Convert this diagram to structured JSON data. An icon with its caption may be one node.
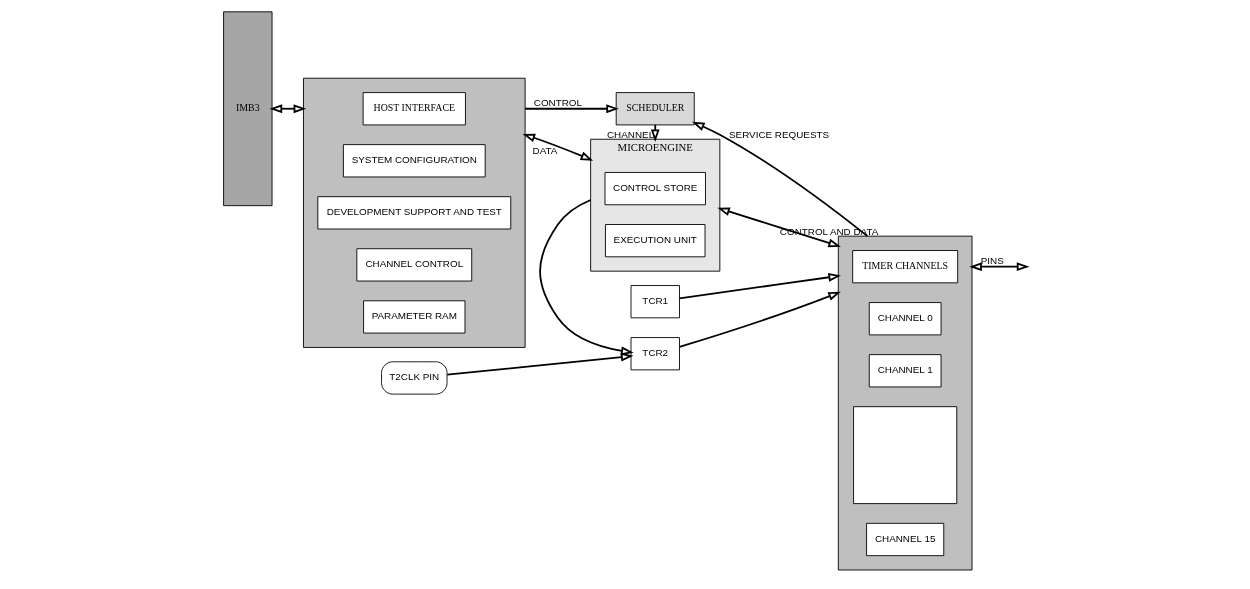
{
  "diagram": {
    "nodes": [
      {
        "text": [
          "IMB3"
        ]
      },
      {
        "text": [],
        "shape": "box"
      },
      {
        "text": [
          "HOST INTERFACE"
        ],
        "in": 1
      },
      {
        "text": [
          "SYSTEM CONFIGURATION"
        ],
        "in": 1
      },
      {
        "text": [
          "DEVELOPMENT SUPPORT AND TEST"
        ],
        "in": 1
      },
      {
        "text": [
          "CHANNEL CONTROL"
        ],
        "in": 1
      },
      {
        "text": [
          "PARAMETER RAM"
        ],
        "in": 1
      },
      {
        "text": [
          "SCHEDULER"
        ]
      },
      {
        "text": [
          "MICROENGINE"
        ]
      },
      {
        "text": [
          "CONTROL STORE"
        ],
        "in": 8
      },
      {
        "text": [
          "EXECUTION UNIT"
        ],
        "in": 8
      },
      {
        "text": [
          "TCR1"
        ]
      },
      {
        "text": [
          "TCR2"
        ]
      },
      {
        "text": [
          "T2CLK PIN"
        ]
      },
      {
        "text": [],
        "shape": "box"
      },
      {
        "text": [
          "TIMER CHANNELS"
        ],
        "in": 14
      },
      {
        "text": [
          "CHANNEL 0"
        ],
        "in": 14
      },
      {
        "text": [
          "CHANNEL 1"
        ],
        "in": 14
      },
      {
        "text": [],
        "shape": "box",
        "in": 14
      },
      {
        "text": [
          "CHANNEL 15"
        ],
        "in": 14
      }
    ],
    "edges": [
      {
        "from": 0,
        "to": 1,
        "arrow": "both"
      },
      {
        "from": 1,
        "to": 7,
        "arrow": "to",
        "label": "CONTROL"
      },
      {
        "from": 14,
        "to": 7,
        "arrow": "to",
        "label": "SERVICE REQUESTS"
      },
      {
        "from": 7,
        "to": 8,
        "arrow": "to",
        "label": "CHANNEL"
      },
      {
        "from": 1,
        "to": 8,
        "arrow": "both",
        "label": "DATA"
      },
      {
        "from": 8,
        "to": 14,
        "arrow": "both",
        "label": "CONTROL AND DATA"
      },
      {
        "from": 8,
        "to": 12,
        "arrow": "to"
      },
      {
        "from": 13,
        "to": 12,
        "arrow": "to"
      },
      {
        "from": 11,
        "to": 14,
        "arrow": "to"
      },
      {
        "from": 12,
        "to": 14,
        "arrow": "to"
      },
      {
        "from": 14,
        "to": null,
        "arrow": "both",
        "label": "PINS"
      }
    ]
  }
}
